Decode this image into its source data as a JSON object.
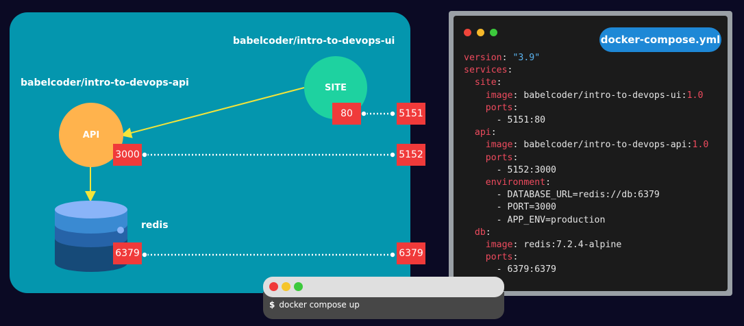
{
  "diagram": {
    "ui_repo": "babelcoder/intro-to-devops-ui",
    "api_repo": "babelcoder/intro-to-devops-api",
    "site_label": "SITE",
    "api_label": "API",
    "redis_label": "redis",
    "site_container_port": "80",
    "site_host_port": "5151",
    "api_container_port": "3000",
    "api_host_port": "5152",
    "redis_container_port": "6379",
    "redis_host_port": "6379",
    "colors": {
      "panel": "#0496ae",
      "site": "#1ed2a0",
      "api": "#ffb34d",
      "port": "#f03a3a",
      "arrow": "#f3e43a"
    }
  },
  "editor": {
    "filename": "docker-compose.yml",
    "version_key": "version",
    "version_value": "\"3.9\"",
    "services_key": "services",
    "site_key": "site",
    "api_key": "api",
    "db_key": "db",
    "image_key": "image",
    "ports_key": "ports",
    "environment_key": "environment",
    "site_image": "babelcoder/intro-to-devops-ui",
    "site_tag": "1.0",
    "site_port": "- 5151:80",
    "api_image": "babelcoder/intro-to-devops-api",
    "api_tag": "1.0",
    "api_port": "- 5152:3000",
    "env_database_url": "- DATABASE_URL=redis://db:6379",
    "env_port": "- PORT=3000",
    "env_app_env": "- APP_ENV=production",
    "db_image": "redis:7.2.4-alpine",
    "db_port": "- 6379:6379"
  },
  "terminal": {
    "prompt": "$",
    "command": "docker compose up"
  }
}
